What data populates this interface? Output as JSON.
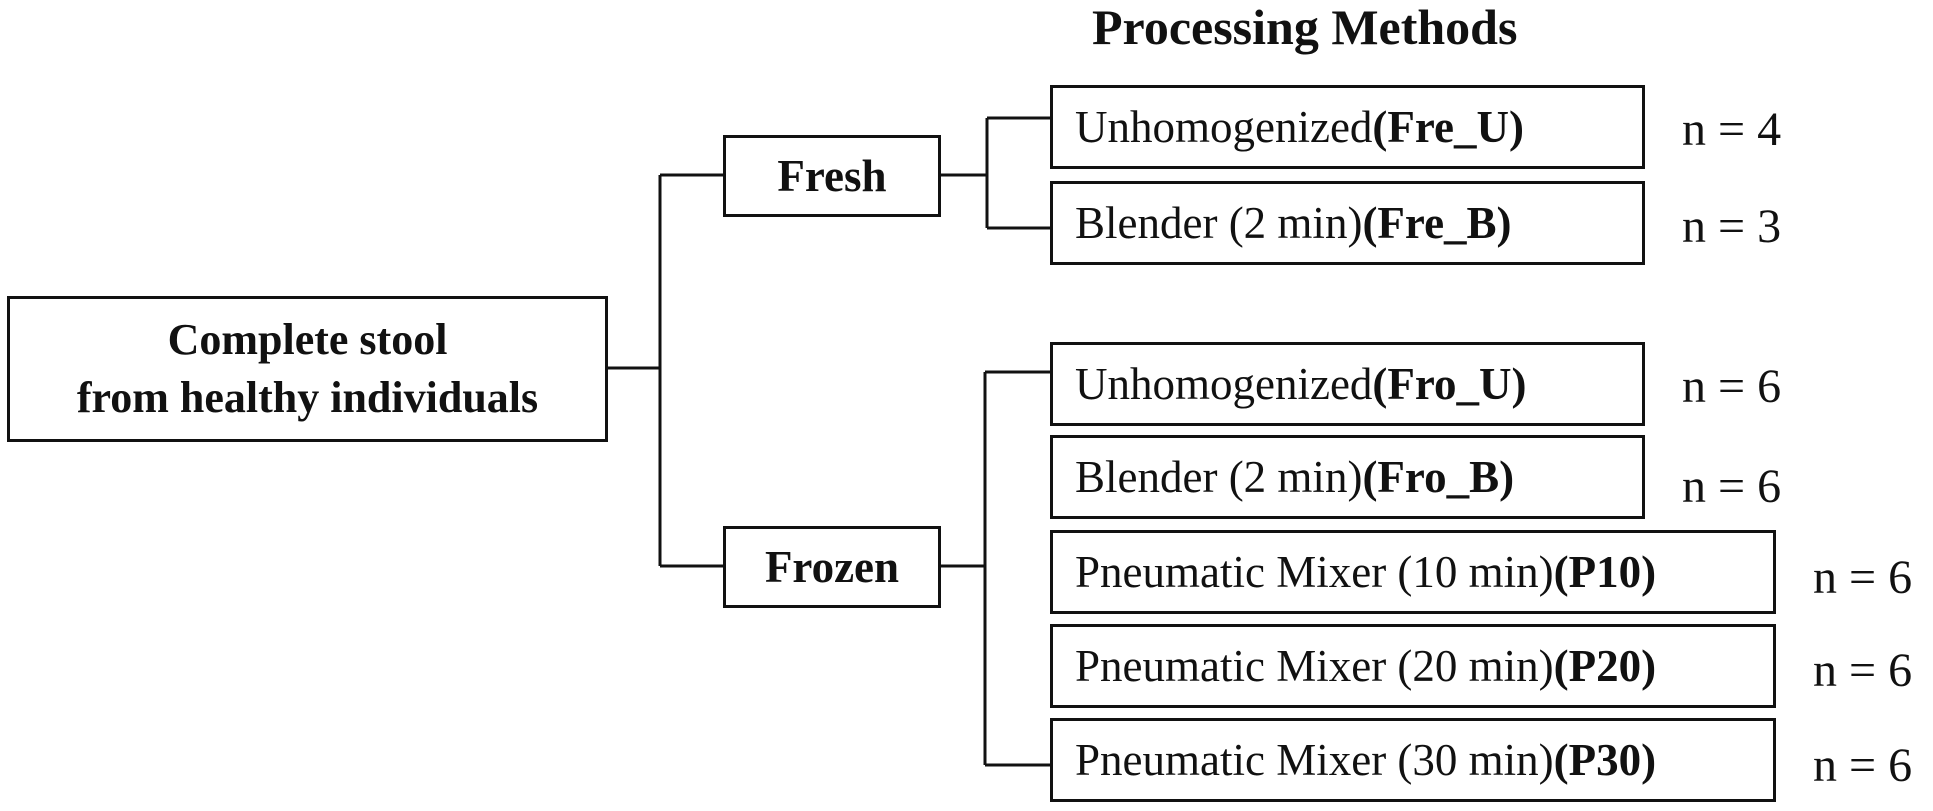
{
  "title": "Processing Methods",
  "root": {
    "line1": "Complete stool",
    "line2": "from healthy individuals"
  },
  "groups": [
    {
      "label": "Fresh",
      "methods": [
        {
          "name": "Unhomogenized ",
          "code": "(Fre_U)",
          "count": "n = 4"
        },
        {
          "name": "Blender (2 min) ",
          "code": "(Fre_B)",
          "count": "n = 3"
        }
      ]
    },
    {
      "label": "Frozen",
      "methods": [
        {
          "name": "Unhomogenized ",
          "code": "(Fro_U)",
          "count": "n = 6"
        },
        {
          "name": "Blender (2 min) ",
          "code": "(Fro_B)",
          "count": "n = 6"
        },
        {
          "name": "Pneumatic Mixer (10 min) ",
          "code": "(P10)",
          "count": "n = 6"
        },
        {
          "name": "Pneumatic Mixer (20 min) ",
          "code": "(P20)",
          "count": "n = 6"
        },
        {
          "name": "Pneumatic Mixer (30 min) ",
          "code": "(P30)",
          "count": "n = 6"
        }
      ]
    }
  ]
}
